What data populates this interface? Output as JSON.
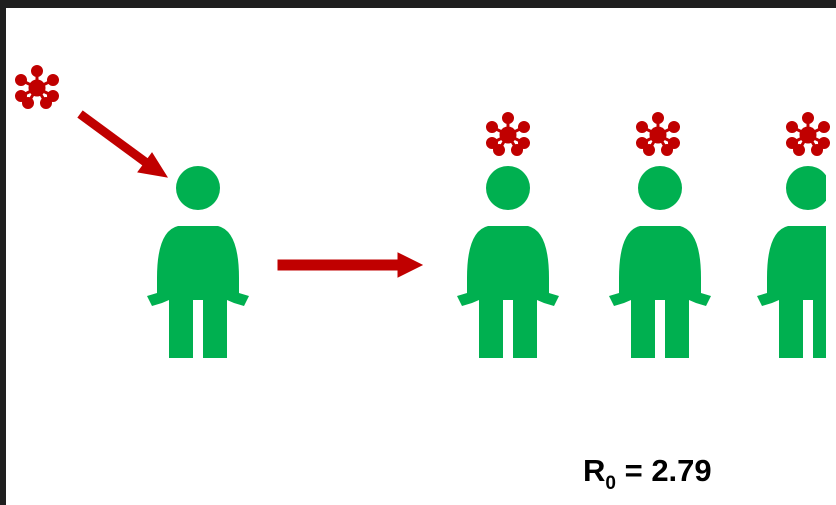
{
  "colors": {
    "background": "#1f1f1f",
    "slide": "#ffffff",
    "person": "#00b050",
    "virus": "#c00000",
    "arrow": "#c00000",
    "text": "#000000"
  },
  "icons": {
    "virus": "virus-icon",
    "person": "person-icon"
  },
  "formula": {
    "symbol": "R",
    "subscript": "0",
    "equals": " = ",
    "value": "2.79"
  }
}
